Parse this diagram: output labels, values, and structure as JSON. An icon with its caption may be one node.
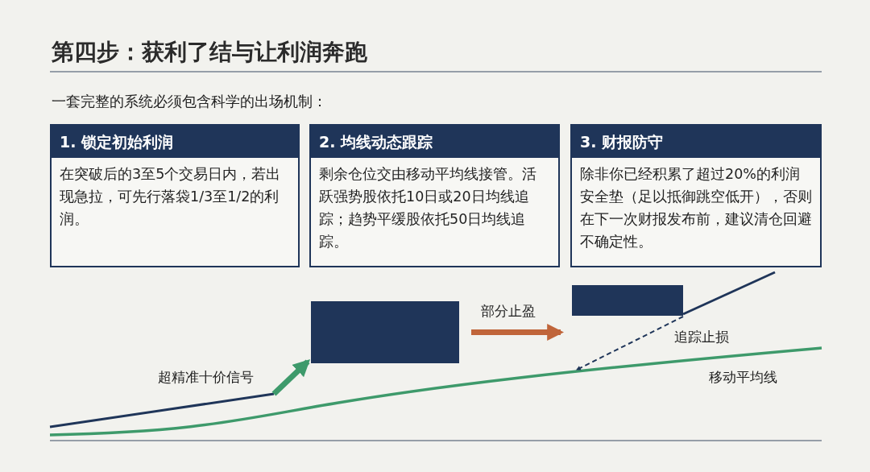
{
  "diagram": {
    "title": "第四步：获利了结与让利润奔跑",
    "nodes": [
      {
        "text": [
          "1. 锁定初始利润",
          "在突破后的3至5个交易日内，若出现急拉，可先行落袋1/3至1/2的利润。"
        ]
      },
      {
        "text": [
          "2. 均线动态跟踪",
          "剩余仓位交由移动平均线接管。活跃强势股依托10日或20日均线追踪；趋势平缓股依托50日均线追踪。"
        ]
      },
      {
        "text": [
          "3. 财报防守",
          "除非你已经积累了超过20%的利润安全垫（足以抵御跳空低开），否则在下一次财报发布前，建议清仓回避不确定性。"
        ]
      },
      {
        "text": [],
        "shape": "box"
      },
      {
        "text": [],
        "shape": "box"
      }
    ],
    "edges": [
      {
        "from": null,
        "to": 3,
        "arrow": "to",
        "color": "#3e9a6b"
      },
      {
        "from": 3,
        "to": 4,
        "label": "部分止盈",
        "arrow": "to",
        "color": "#c0653a"
      }
    ],
    "labels": [
      "一套完整的系统必须包含科学的出场机制：",
      "超精准十价信号",
      "追踪止损",
      "移动平均线"
    ]
  }
}
